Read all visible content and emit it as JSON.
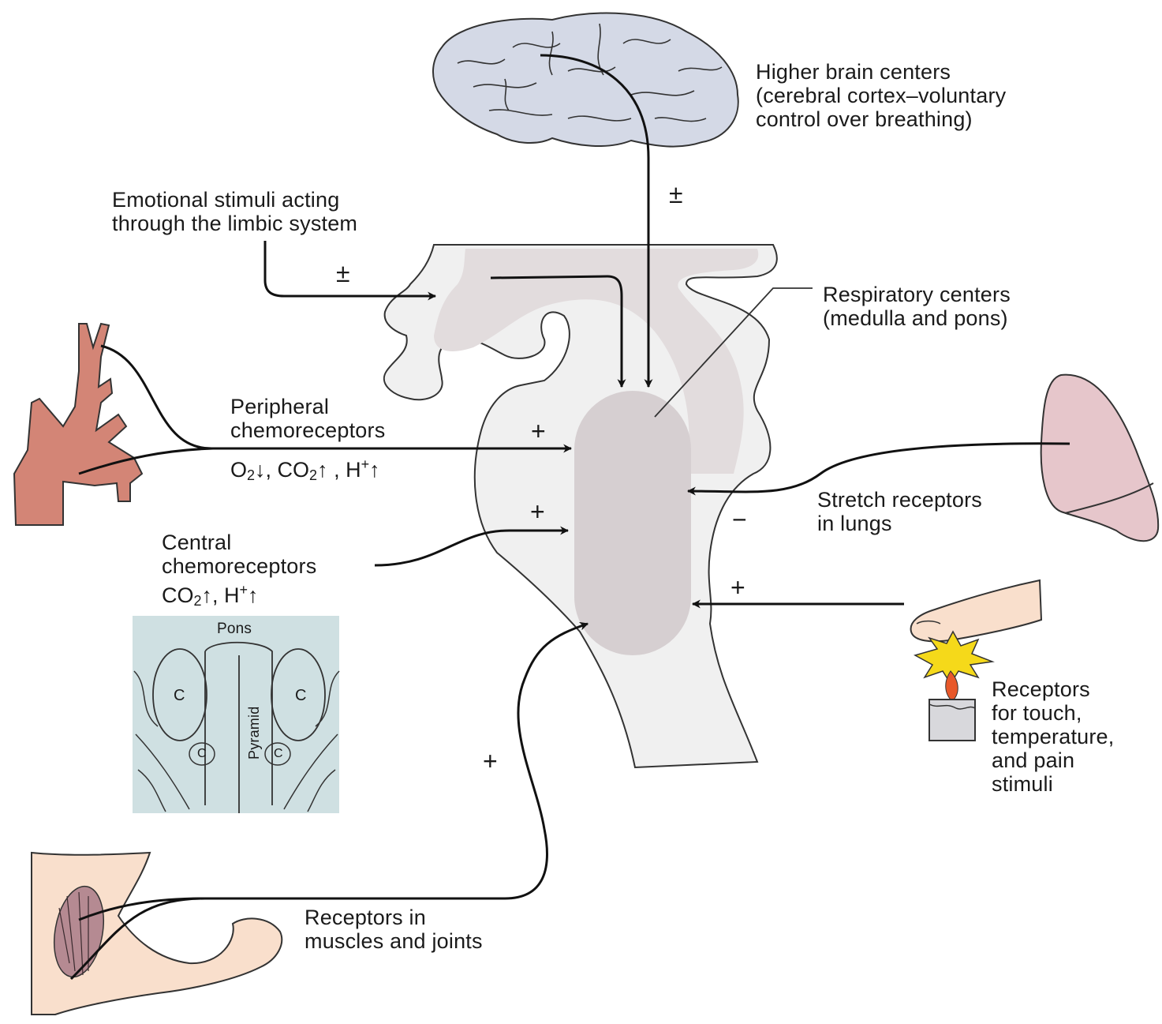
{
  "labels": {
    "higher_brain": [
      "Higher brain centers",
      "(cerebral cortex–voluntary",
      "control over breathing)"
    ],
    "emotional": [
      "Emotional stimuli acting",
      "through the limbic system"
    ],
    "respiratory_centers": [
      "Respiratory centers",
      "(medulla and pons)"
    ],
    "peripheral": [
      "Peripheral",
      "chemoreceptors"
    ],
    "central": [
      "Central",
      "chemoreceptors"
    ],
    "stretch": [
      "Stretch receptors",
      "in lungs"
    ],
    "touch": [
      "Receptors",
      "for touch,",
      "temperature,",
      "and pain",
      "stimuli"
    ],
    "muscles": [
      "Receptors in",
      "muscles and joints"
    ],
    "pons": "Pons",
    "pyramid": "Pyramid",
    "c_label": "C"
  },
  "chem": {
    "peripheral": {
      "o": "O",
      "sub2": "2",
      "co": "CO",
      "h": "H",
      "plus": "+"
    },
    "central": {
      "co": "CO",
      "sub2": "2",
      "h": "H",
      "plus": "+"
    }
  },
  "signs": {
    "higher_brain": "±",
    "emotional": "±",
    "peripheral": "+",
    "central": "+",
    "stretch": "−",
    "touch": "+",
    "muscles": "+"
  },
  "colors": {
    "brain": "#d4d9e6",
    "brainstem": "#f0f0f0",
    "center": "#d6cfd1",
    "aorta": "#d38576",
    "lung": "#e6c6cb",
    "skin": "#f9dfcc",
    "section": "#cfe0e2",
    "flame": "#f5d91a"
  }
}
